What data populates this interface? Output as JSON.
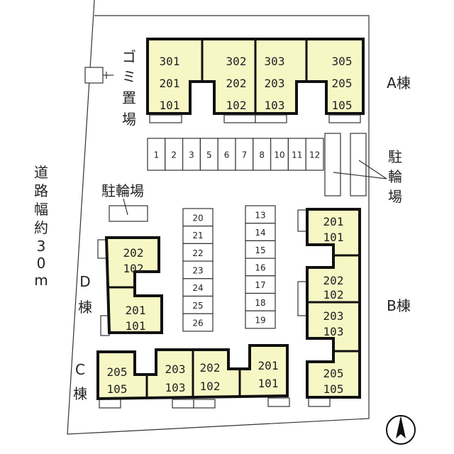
{
  "colors": {
    "unit_fill": "#f7f7c6",
    "outline": "#111111"
  },
  "labels": {
    "building_a": "A棟",
    "building_b": "B棟",
    "building_c": [
      "C",
      "棟"
    ],
    "building_d": [
      "D",
      "棟"
    ],
    "garbage": [
      "ゴ",
      "ミ",
      "置",
      "場"
    ],
    "bike_parking_left": "駐輪場",
    "bike_parking_right": [
      "駐",
      "輪",
      "場"
    ],
    "road": [
      "道",
      "路",
      "幅",
      "約",
      "3",
      "0",
      "m"
    ]
  },
  "building_a": {
    "units": [
      [
        "301",
        "201",
        "101"
      ],
      [
        "302",
        "202",
        "102"
      ],
      [
        "303",
        "203",
        "103"
      ],
      [
        "305",
        "205",
        "105"
      ]
    ]
  },
  "building_b": {
    "units": [
      [
        "201",
        "101"
      ],
      [
        "202",
        "102"
      ],
      [
        "203",
        "103"
      ],
      [
        "205",
        "105"
      ]
    ]
  },
  "building_c": {
    "units": [
      [
        "205",
        "105"
      ],
      [
        "203",
        "103"
      ],
      [
        "202",
        "102"
      ],
      [
        "201",
        "101"
      ]
    ]
  },
  "building_d": {
    "units": [
      [
        "202",
        "102"
      ],
      [
        "201",
        "101"
      ]
    ]
  },
  "parking": {
    "row_top": [
      "1",
      "2",
      "3",
      "5",
      "6",
      "7",
      "8",
      "10",
      "11",
      "12"
    ],
    "column_left": [
      "20",
      "21",
      "22",
      "23",
      "24",
      "25",
      "26"
    ],
    "column_right": [
      "13",
      "14",
      "15",
      "16",
      "17",
      "18",
      "19"
    ]
  },
  "north_arrow": "north-arrow-icon"
}
